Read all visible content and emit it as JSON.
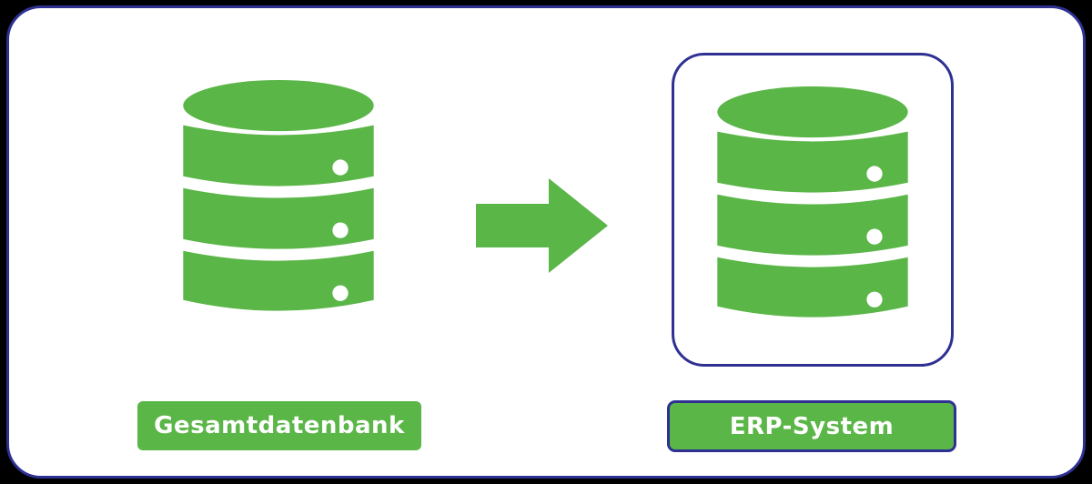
{
  "colors": {
    "green": "#5bb648",
    "navy": "#2e3192",
    "panel_background": "#ffffff",
    "page_background": "#000000",
    "text": "#ffffff"
  },
  "diagram": {
    "source": {
      "label": "Gesamtdatenbank",
      "icon": "database-icon"
    },
    "arrow": {
      "icon": "arrow-right-icon",
      "direction": "right"
    },
    "target": {
      "label": "ERP-System",
      "icon": "database-icon",
      "container": "rounded-box"
    }
  }
}
